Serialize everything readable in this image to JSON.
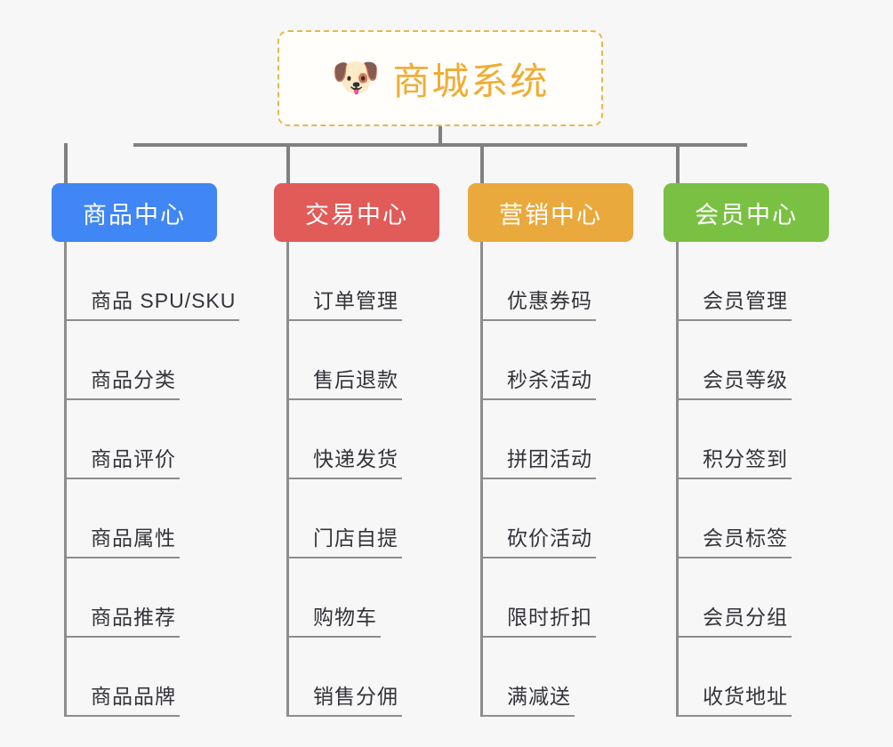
{
  "background_color": "#f7f7f7",
  "root": {
    "icon": "dog-face-icon",
    "emoji": "🐶",
    "title": "商城系统",
    "border_color": "#e8b84b",
    "text_color": "#f0ad33"
  },
  "connector_color": "#808080",
  "branches": [
    {
      "id": "product-center",
      "label": "商品中心",
      "color": "#4086f4",
      "items": [
        "商品 SPU/SKU",
        "商品分类",
        "商品评价",
        "商品属性",
        "商品推荐",
        "商品品牌"
      ]
    },
    {
      "id": "trade-center",
      "label": "交易中心",
      "color": "#e15b58",
      "items": [
        "订单管理",
        "售后退款",
        "快递发货",
        "门店自提",
        "购物车",
        "销售分佣"
      ]
    },
    {
      "id": "marketing-center",
      "label": "营销中心",
      "color": "#eaa93c",
      "items": [
        "优惠券码",
        "秒杀活动",
        "拼团活动",
        "砍价活动",
        "限时折扣",
        "满减送"
      ]
    },
    {
      "id": "member-center",
      "label": "会员中心",
      "color": "#7ac143",
      "items": [
        "会员管理",
        "会员等级",
        "积分签到",
        "会员标签",
        "会员分组",
        "收货地址"
      ]
    }
  ]
}
